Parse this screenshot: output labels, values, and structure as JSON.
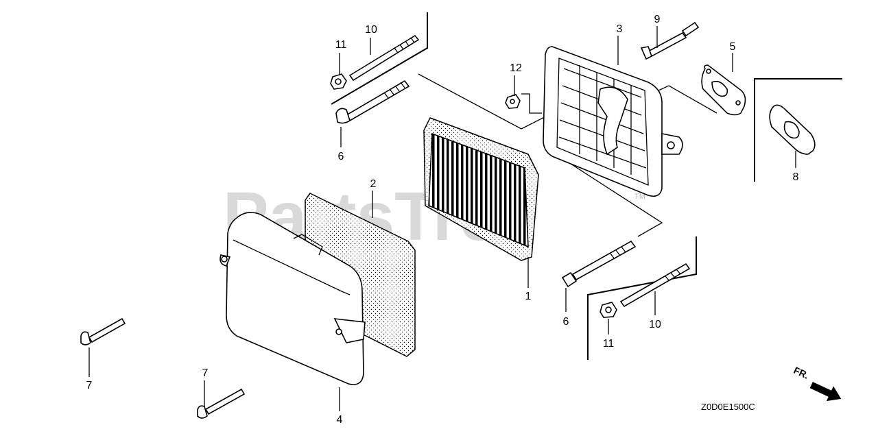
{
  "watermark": "PartsTree",
  "trademark": "TM",
  "diagram_code": "Z0D0E1500C",
  "front_arrow_label": "FR.",
  "callouts": [
    {
      "id": "c1",
      "label": "1"
    },
    {
      "id": "c2",
      "label": "2"
    },
    {
      "id": "c3",
      "label": "3"
    },
    {
      "id": "c4",
      "label": "4"
    },
    {
      "id": "c5",
      "label": "5"
    },
    {
      "id": "c6a",
      "label": "6"
    },
    {
      "id": "c6b",
      "label": "6"
    },
    {
      "id": "c7a",
      "label": "7"
    },
    {
      "id": "c7b",
      "label": "7"
    },
    {
      "id": "c8",
      "label": "8"
    },
    {
      "id": "c9",
      "label": "9"
    },
    {
      "id": "c10a",
      "label": "10"
    },
    {
      "id": "c10b",
      "label": "10"
    },
    {
      "id": "c11a",
      "label": "11"
    },
    {
      "id": "c11b",
      "label": "11"
    },
    {
      "id": "c12",
      "label": "12"
    }
  ]
}
